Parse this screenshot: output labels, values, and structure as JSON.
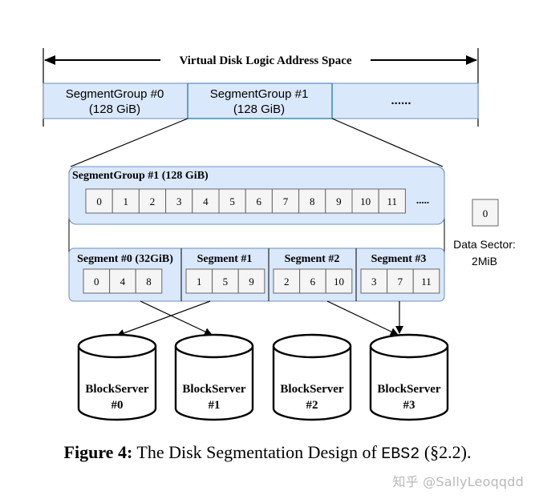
{
  "address_space": {
    "title": "Virtual Disk Logic Address Space",
    "groups": [
      {
        "name": "SegmentGroup #0",
        "size": "(128 GiB)"
      },
      {
        "name": "SegmentGroup #1",
        "size": "(128 GiB)"
      }
    ],
    "ellipsis": "......"
  },
  "expanded_group": {
    "title": "SegmentGroup #1 (128 GiB)",
    "sectors": [
      "0",
      "1",
      "2",
      "3",
      "4",
      "5",
      "6",
      "7",
      "8",
      "9",
      "10",
      "11"
    ],
    "ellipsis": "....."
  },
  "segments": [
    {
      "title": "Segment #0 (32GiB)",
      "sectors": [
        "0",
        "4",
        "8"
      ]
    },
    {
      "title": "Segment #1",
      "sectors": [
        "1",
        "5",
        "9"
      ]
    },
    {
      "title": "Segment #2",
      "sectors": [
        "2",
        "6",
        "10"
      ]
    },
    {
      "title": "Segment #3",
      "sectors": [
        "3",
        "7",
        "11"
      ]
    }
  ],
  "legend": {
    "sector": "0",
    "label_line1": "Data Sector:",
    "label_line2": "2MiB"
  },
  "block_servers": [
    {
      "name": "BlockServer",
      "id": "#0"
    },
    {
      "name": "BlockServer",
      "id": "#1"
    },
    {
      "name": "BlockServer",
      "id": "#2"
    },
    {
      "name": "BlockServer",
      "id": "#3"
    }
  ],
  "caption": {
    "label": "Figure 4:",
    "text": "The Disk Segmentation Design of",
    "system": "EBS2",
    "ref": "(§2.2)."
  },
  "watermark": "知乎 @SallyLeoqqdd",
  "colors": {
    "group_fill": "#dae8fc",
    "group_stroke": "#6c8ebf",
    "sector_fill": "#f5f5f5",
    "sector_stroke": "#666666"
  }
}
